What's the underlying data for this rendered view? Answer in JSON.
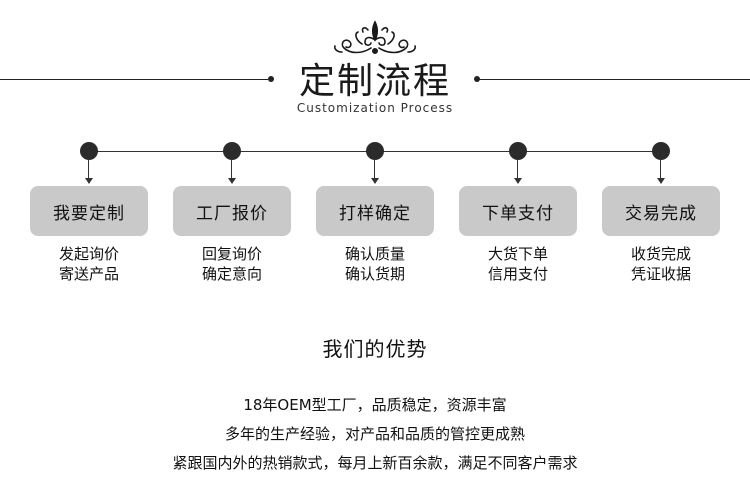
{
  "header": {
    "title": "定制流程",
    "subtitle": "Customization Process",
    "ornament_icon": "flourish-ornament-icon"
  },
  "steps": [
    {
      "label": "我要定制",
      "desc1": "发起询价",
      "desc2": "寄送产品"
    },
    {
      "label": "工厂报价",
      "desc1": "回复询价",
      "desc2": "确定意向"
    },
    {
      "label": "打样确定",
      "desc1": "确认质量",
      "desc2": "确认货期"
    },
    {
      "label": "下单支付",
      "desc1": "大货下单",
      "desc2": "信用支付"
    },
    {
      "label": "交易完成",
      "desc1": "收货完成",
      "desc2": "凭证收据"
    }
  ],
  "advantages": {
    "title": "我们的优势",
    "lines": [
      "18年OEM型工厂，品质稳定，资源丰富",
      "多年的生产经验，对产品和品质的管控更成熟",
      "紧跟国内外的热销款式，每月上新百余款，满足不同客户需求"
    ]
  },
  "colors": {
    "box": "#c9c9c9",
    "node": "#2b2b2b",
    "line": "#333333"
  }
}
